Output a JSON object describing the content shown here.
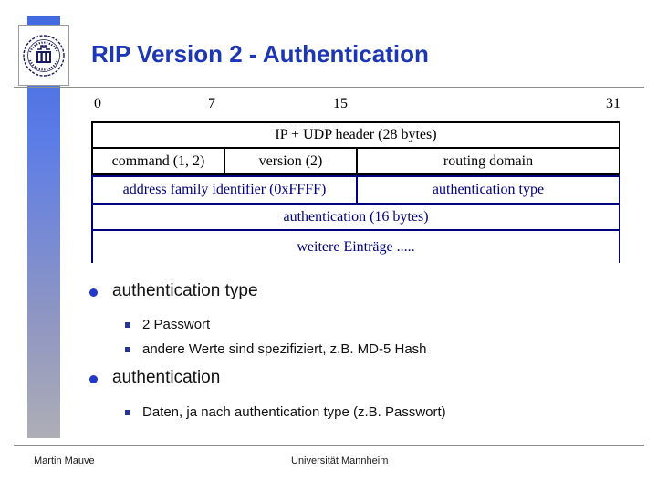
{
  "slide": {
    "title": "RIP Version 2 - Authentication",
    "footer": {
      "author": "Martin Mauve",
      "institution": "Universität Mannheim"
    }
  },
  "packet_diagram": {
    "bit_labels": [
      "0",
      "7",
      "15",
      "31"
    ],
    "row1": "IP + UDP header (28 bytes)",
    "row2": [
      "command (1, 2)",
      "version (2)",
      "routing domain"
    ],
    "row3": [
      "address family identifier (0xFFFF)",
      "authentication type"
    ],
    "row4": "authentication (16 bytes)",
    "row5": "weitere Einträge ....."
  },
  "bullets": [
    {
      "label": "authentication type",
      "sub": [
        "2 Passwort",
        "andere Werte sind spezifiziert, z.B. MD-5 Hash"
      ]
    },
    {
      "label": "authentication",
      "sub": [
        "Daten, ja nach authentication type (z.B. Passwort)"
      ]
    }
  ],
  "colors": {
    "title_blue": "#1c36b4",
    "diagram_black": "#000000",
    "diagram_navy": "#000080",
    "bar_gradient_top": "#4169e1",
    "bar_gradient_bottom": "#adaeb6",
    "bullet_circle_blue": "#2438c8",
    "bullet_square_navy": "#283593",
    "divider_gray": "#8c8c8c"
  }
}
